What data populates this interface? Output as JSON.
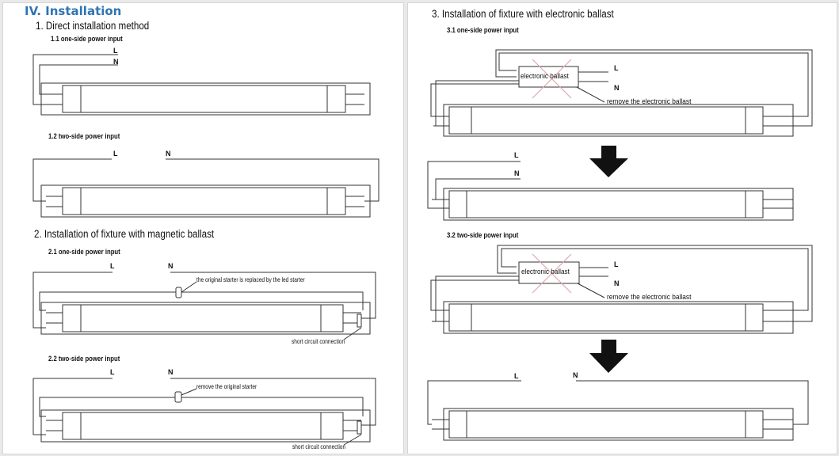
{
  "left": {
    "title": "IV. Installation",
    "s1_heading": "1. Direct installation method",
    "s1_1": "1.1  one-side power input",
    "s1_2": "1.2  two-side power input",
    "s2_heading": "2. Installation of fixture with magnetic ballast",
    "s2_1": "2.1  one-side power input",
    "s2_2": "2.2 two-side power input",
    "note_replaced": "the original starter is replaced by the led starter",
    "note_remove_starter": "remove the original starter",
    "note_short": "short circuit connection"
  },
  "right": {
    "s3_heading": "3. Installation of fixture with electronic ballast",
    "s3_1": "3.1 one-side power input",
    "s3_2": "3.2 two-side power input",
    "ballast": "electronic ballast",
    "note_remove_ballast": "remove the electronic ballast"
  },
  "wire": {
    "live": "L",
    "neutral": "N"
  },
  "colors": {
    "title": "#2f74b5",
    "cross": "#e0a8b0",
    "line": "#333333"
  }
}
